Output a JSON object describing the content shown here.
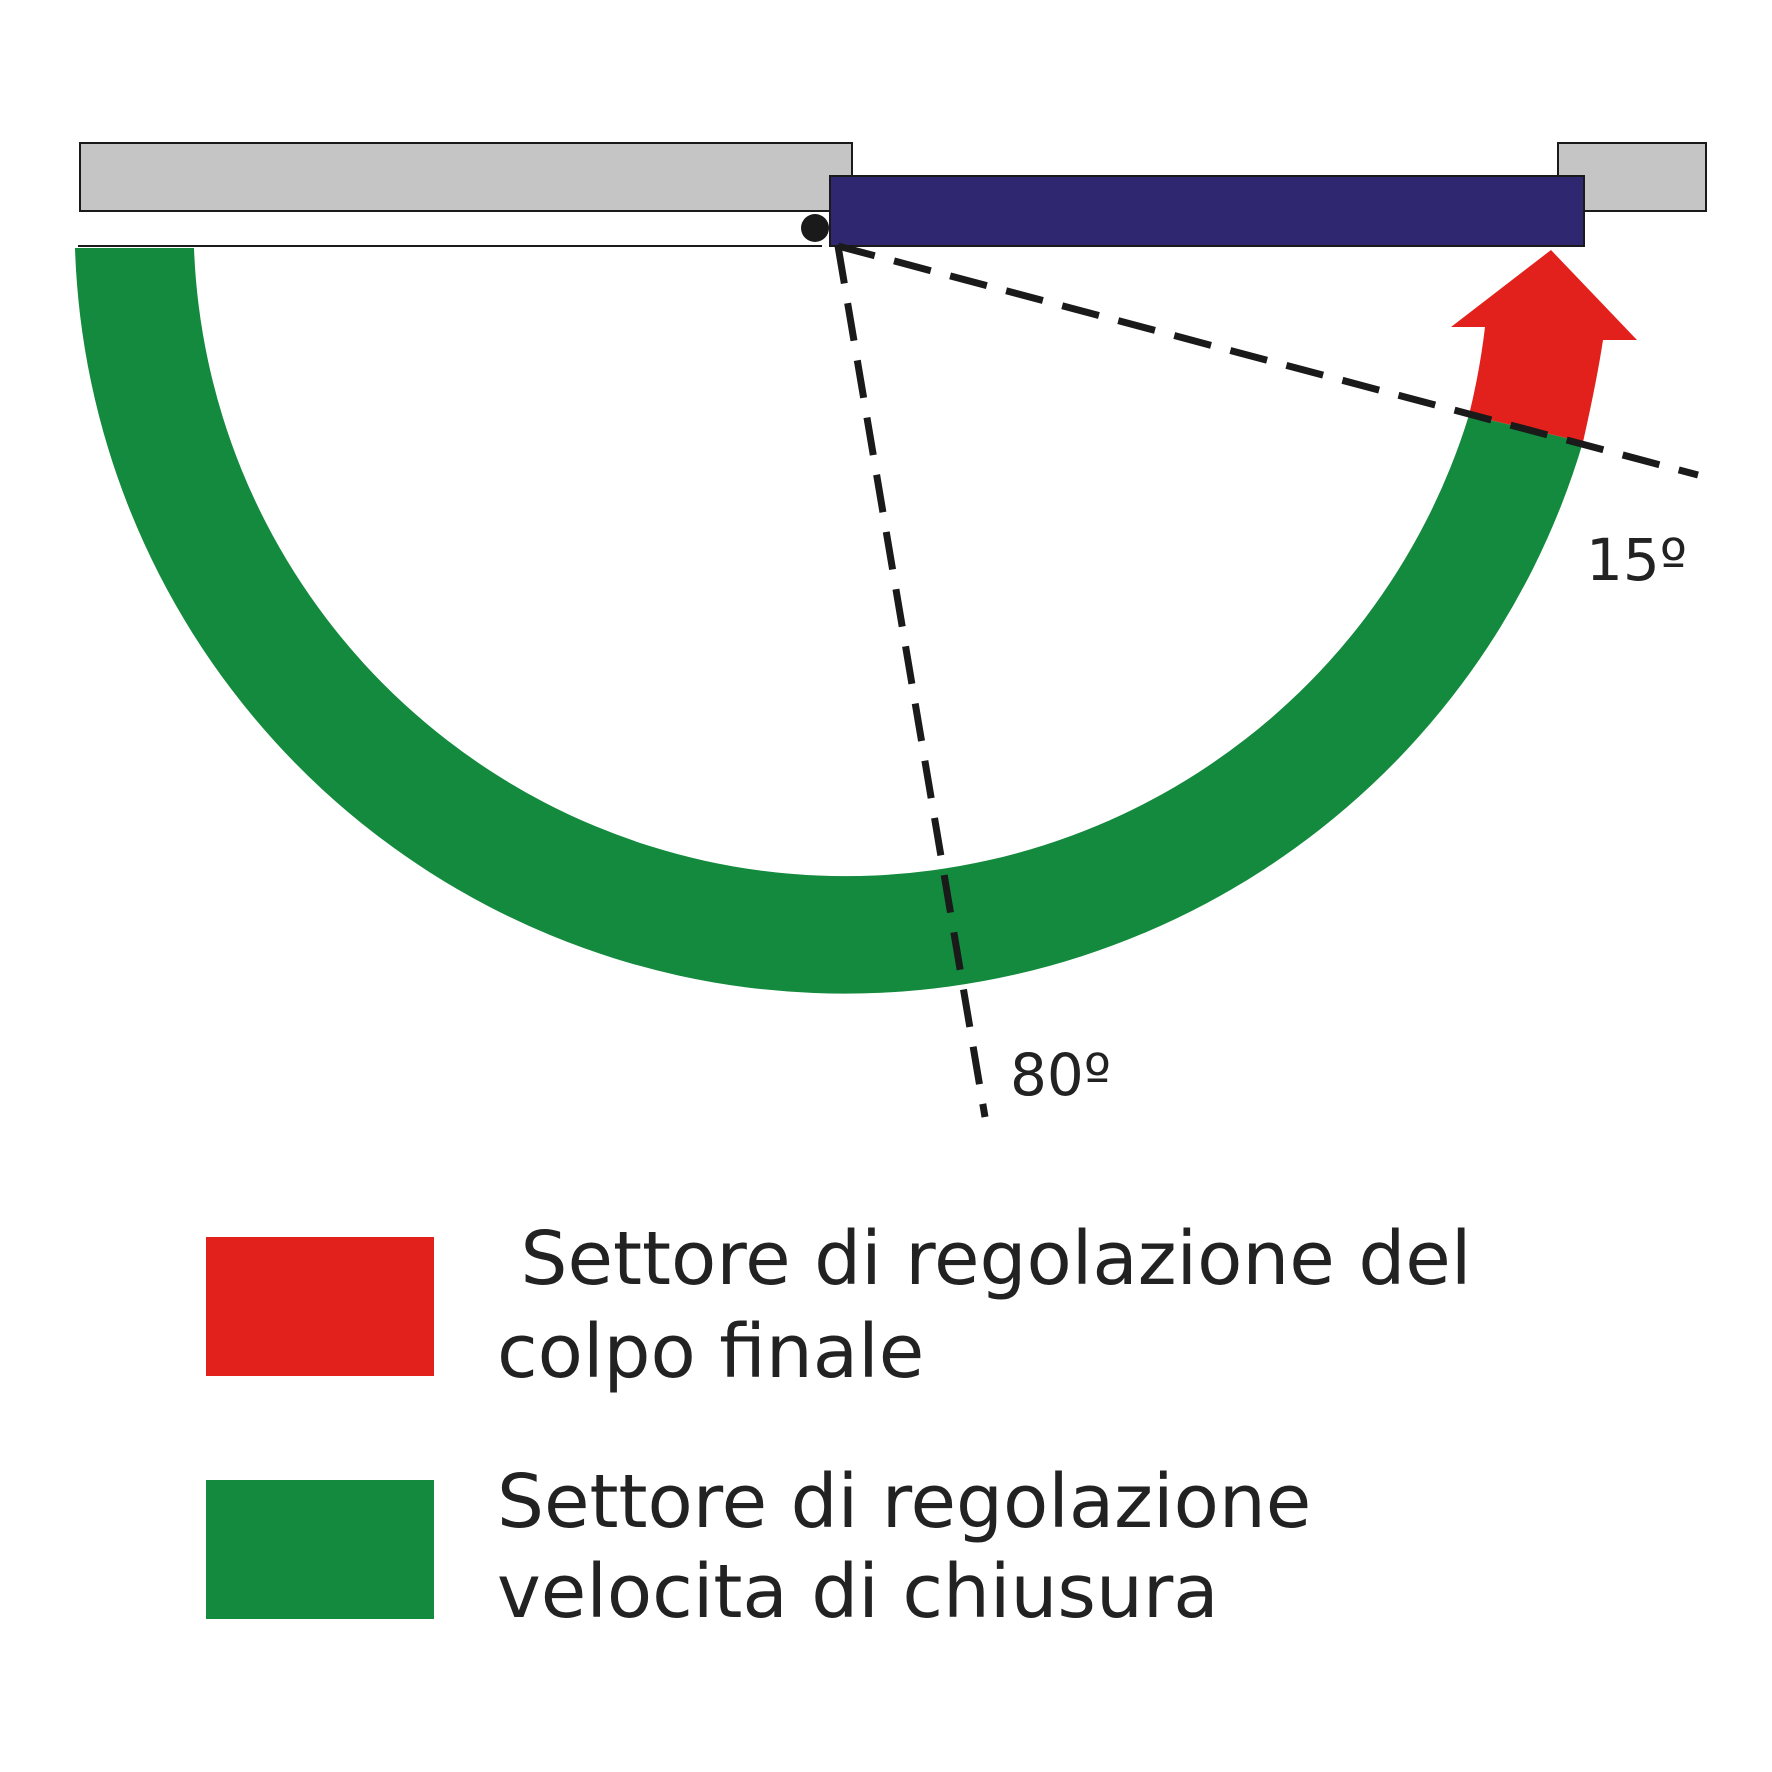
{
  "colors": {
    "wall": "#c5c5c5",
    "door": "#2f2870",
    "closing_speed_sector": "#138a3d",
    "final_stroke_sector": "#e3211c",
    "dashed_line": "#1a1a1a",
    "text": "#222222"
  },
  "angles": {
    "final_stroke_label": "15º",
    "closing_speed_label": "80º"
  },
  "legend": {
    "final_stroke": {
      "line1": " Settore di regolazione del",
      "line2": "colpo finale"
    },
    "closing_speed": {
      "line1": "Settore di regolazione",
      "line2": "velocita di chiusura"
    }
  }
}
